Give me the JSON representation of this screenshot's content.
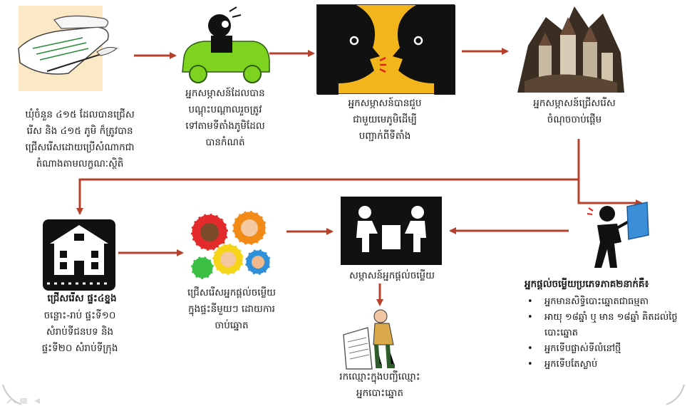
{
  "diagram": {
    "step_paper": [
      "ឃុំចំនួន ៤១៥ ដែលបានជ្រើស",
      "រើស និង ៤១៥ ភូមិ ក៏ត្រូវបាន",
      "ជ្រើសរើសដោយប្រើសំណាកជា",
      "តំណាងតាមលក្ខណៈស្ថិតិ"
    ],
    "step_car": [
      "អ្នកសម្ភាសន៍ដែលបាន",
      "បណ្តុះបណ្តាលរួចត្រូវ",
      "ទៅតាមទីតាំងភូមិដែល",
      "បានកំណត់"
    ],
    "step_faces": [
      "អ្នកសម្ភាសន៍បានជួប",
      "ជាមួយមេភូមិដើម្បី",
      "បញ្ជាក់ពីទីតាំង"
    ],
    "step_castle": [
      "អ្នកសម្ភាសន៍ជ្រើសរើស",
      "ចំណុចចាប់ផ្តើម"
    ],
    "step_house_title": "ជ្រើសរើស ផ្ទះ៤ខ្នង",
    "step_house": [
      "ចន្លោះ-រាប់ ផ្ទះទី១០",
      "សំរាប់ទីជនបទ និង",
      "ផ្ទះទី២០ សំរាប់ទីក្រុង"
    ],
    "step_gears": [
      "ជ្រើសរើសអ្នកផ្តល់ចម្លើយ",
      "ក្នុងផ្ទះនីមួយៗ ដោយការ",
      "ចាប់ឆ្នោត"
    ],
    "step_interview": [
      "សម្ភាសន៍អ្នកផ្តល់ចម្លើយ"
    ],
    "step_list": [
      "រកឈ្មោះក្នុងបញ្ជីឈ្មោះ",
      "អ្នកបោះឆ្នោត"
    ],
    "respondent_title": "អ្នកផ្តល់ចម្លើយប្រភេទភាគ២នាក់គឺ៖",
    "respondent_items": [
      "អ្នកមានសិទ្ធិបោះឆ្នោតជាធម្មតា",
      "អាយុ ១៨ឆ្នាំ ឬ មាន ១៨ឆ្នាំ គិតដល់ថ្ងៃបោះឆ្នោត",
      "អ្នកទើបផ្លាស់ទីលំនៅថ្មី",
      "អ្នកទើបតែស្លាប់"
    ]
  },
  "colors": {
    "arrow": "#b5412c",
    "paper_bg": "#fbe8c4",
    "faces_bg": "#f2b51c",
    "car": "#7ed321",
    "dark": "#111111"
  },
  "icons": [
    "papers-quill-icon",
    "driver-car-icon",
    "two-faces-talking-icon",
    "castle-village-icon",
    "house-icon",
    "gears-people-icon",
    "interview-icon",
    "reading-list-icon",
    "person-book-icon"
  ]
}
